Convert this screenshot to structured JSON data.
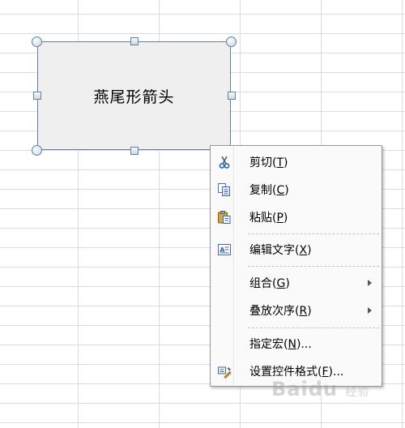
{
  "shape": {
    "label": "燕尾形箭头"
  },
  "context_menu": {
    "items": [
      {
        "id": "cut",
        "label": "剪切",
        "key": "T",
        "icon": "scissors-icon"
      },
      {
        "id": "copy",
        "label": "复制",
        "key": "C",
        "icon": "copy-icon"
      },
      {
        "id": "paste",
        "label": "粘贴",
        "key": "P",
        "icon": "paste-icon"
      },
      {
        "id": "edit-text",
        "label": "编辑文字",
        "key": "X",
        "icon": "text-box-icon"
      },
      {
        "id": "group",
        "label": "组合",
        "key": "G",
        "submenu": true
      },
      {
        "id": "order",
        "label": "叠放次序",
        "key": "R",
        "submenu": true
      },
      {
        "id": "assign-macro",
        "label": "指定宏",
        "key": "N",
        "suffix": "..."
      },
      {
        "id": "format-control",
        "label": "设置控件格式",
        "key": "F",
        "suffix": "...",
        "icon": "format-brush-icon"
      }
    ]
  },
  "watermark": {
    "text": "Baidu",
    "sub": "经验"
  }
}
